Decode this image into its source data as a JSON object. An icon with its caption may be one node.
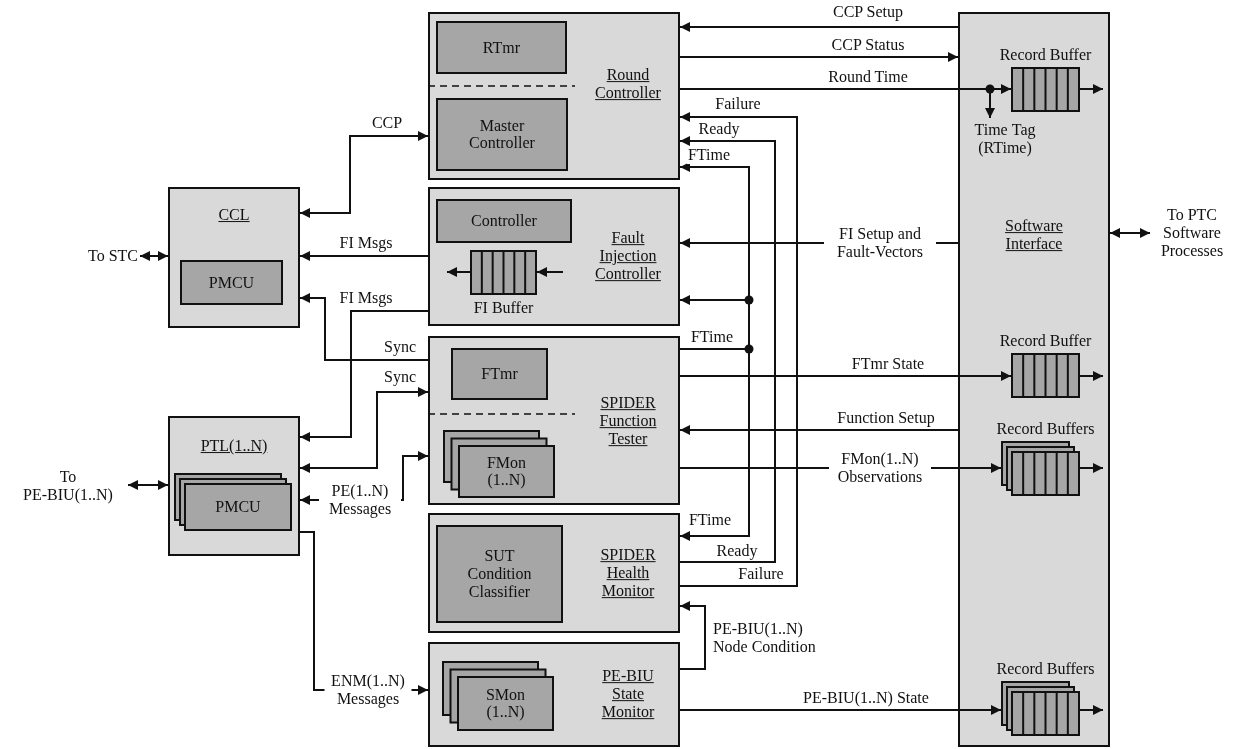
{
  "diagram": {
    "nodes": [
      {
        "text": [
          "Round Controller"
        ]
      },
      {
        "text": [
          "RTmr"
        ],
        "in": 0
      },
      {
        "text": [
          "Master Controller"
        ],
        "in": 0
      },
      {
        "text": [
          "Fault Injection Controller"
        ]
      },
      {
        "text": [
          "Controller"
        ],
        "in": 3
      },
      {
        "text": [
          "FI Buffer"
        ],
        "in": 3
      },
      {
        "text": [
          "SPIDER Function Tester"
        ]
      },
      {
        "text": [
          "FTmr"
        ],
        "in": 6
      },
      {
        "text": [
          "FMon (1..N)"
        ],
        "in": 6
      },
      {
        "text": [
          "SPIDER Health Monitor"
        ]
      },
      {
        "text": [
          "SUT Condition Classifier"
        ],
        "in": 9
      },
      {
        "text": [
          "PE-BIU State Monitor"
        ]
      },
      {
        "text": [
          "SMon (1..N)"
        ],
        "in": 11
      },
      {
        "text": [
          "CCL"
        ]
      },
      {
        "text": [
          "PMCU"
        ],
        "in": 13
      },
      {
        "text": [
          "PTL(1..N)"
        ]
      },
      {
        "text": [
          "PMCU"
        ],
        "in": 15
      },
      {
        "text": [
          "Software Interface"
        ]
      },
      {
        "text": [
          "Record Buffer"
        ],
        "in": 17
      },
      {
        "text": [
          "Record Buffer"
        ],
        "in": 17
      },
      {
        "text": [
          "Record Buffers"
        ],
        "in": 17
      },
      {
        "text": [
          "Record Buffers"
        ],
        "in": 17
      },
      {
        "text": [
          "To STC"
        ]
      },
      {
        "text": [
          "To PE-BIU(1..N)"
        ]
      },
      {
        "text": [
          "To PTC Software Processes"
        ]
      },
      {
        "text": [
          "Time Tag (RTime)"
        ],
        "in": 17
      }
    ],
    "edges": [
      {
        "from": 17,
        "to": 0,
        "label": "CCP Setup",
        "arrow": "to"
      },
      {
        "from": 0,
        "to": 17,
        "label": "CCP Status",
        "arrow": "to"
      },
      {
        "from": 0,
        "to": 18,
        "label": "Round Time",
        "arrow": "to"
      },
      {
        "from": 0,
        "to": 25,
        "arrow": "to"
      },
      {
        "from": 9,
        "to": 0,
        "label": "Failure",
        "arrow": "to"
      },
      {
        "from": 9,
        "to": 0,
        "label": "Ready",
        "arrow": "to"
      },
      {
        "from": 6,
        "to": 0,
        "label": "FTime",
        "arrow": "to"
      },
      {
        "from": 6,
        "to": 3,
        "label": "FTime",
        "arrow": "to"
      },
      {
        "from": 6,
        "to": 9,
        "label": "FTime",
        "arrow": "to"
      },
      {
        "from": 17,
        "to": 3,
        "label": "FI Setup and Fault-Vectors",
        "arrow": "to"
      },
      {
        "from": 3,
        "to": 13,
        "label": "FI Msgs",
        "arrow": "to"
      },
      {
        "from": 3,
        "to": 15,
        "label": "FI Msgs",
        "arrow": "to"
      },
      {
        "from": 6,
        "to": 13,
        "label": "Sync",
        "arrow": "to"
      },
      {
        "from": 15,
        "to": 6,
        "label": "Sync",
        "arrow": "both"
      },
      {
        "from": 15,
        "to": 6,
        "label": "PE(1..N) Messages",
        "arrow": "both"
      },
      {
        "from": 15,
        "to": 11,
        "label": "ENM(1..N) Messages",
        "arrow": "to"
      },
      {
        "from": 13,
        "to": 0,
        "label": "CCP",
        "arrow": "both"
      },
      {
        "from": 6,
        "to": 19,
        "label": "FTmr State",
        "arrow": "to"
      },
      {
        "from": 17,
        "to": 6,
        "label": "Function Setup",
        "arrow": "to"
      },
      {
        "from": 6,
        "to": 20,
        "label": "FMon(1..N) Observations",
        "arrow": "to"
      },
      {
        "from": 11,
        "to": 9,
        "label": "PE-BIU(1..N) Node Condition",
        "arrow": "to"
      },
      {
        "from": 11,
        "to": 21,
        "label": "PE-BIU(1..N) State",
        "arrow": "to"
      },
      {
        "from": 22,
        "to": 13,
        "arrow": "both"
      },
      {
        "from": 23,
        "to": 15,
        "arrow": "both"
      },
      {
        "from": 17,
        "to": 24,
        "arrow": "both"
      },
      {
        "from": null,
        "to": 5,
        "arrow": "to"
      },
      {
        "from": 5,
        "to": null,
        "arrow": "to"
      },
      {
        "from": 18,
        "to": null,
        "arrow": "to"
      },
      {
        "from": 19,
        "to": null,
        "arrow": "to"
      },
      {
        "from": 20,
        "to": null,
        "arrow": "to"
      },
      {
        "from": 21,
        "to": null,
        "arrow": "to"
      }
    ],
    "labels": [
      "Ready",
      "Failure"
    ]
  }
}
